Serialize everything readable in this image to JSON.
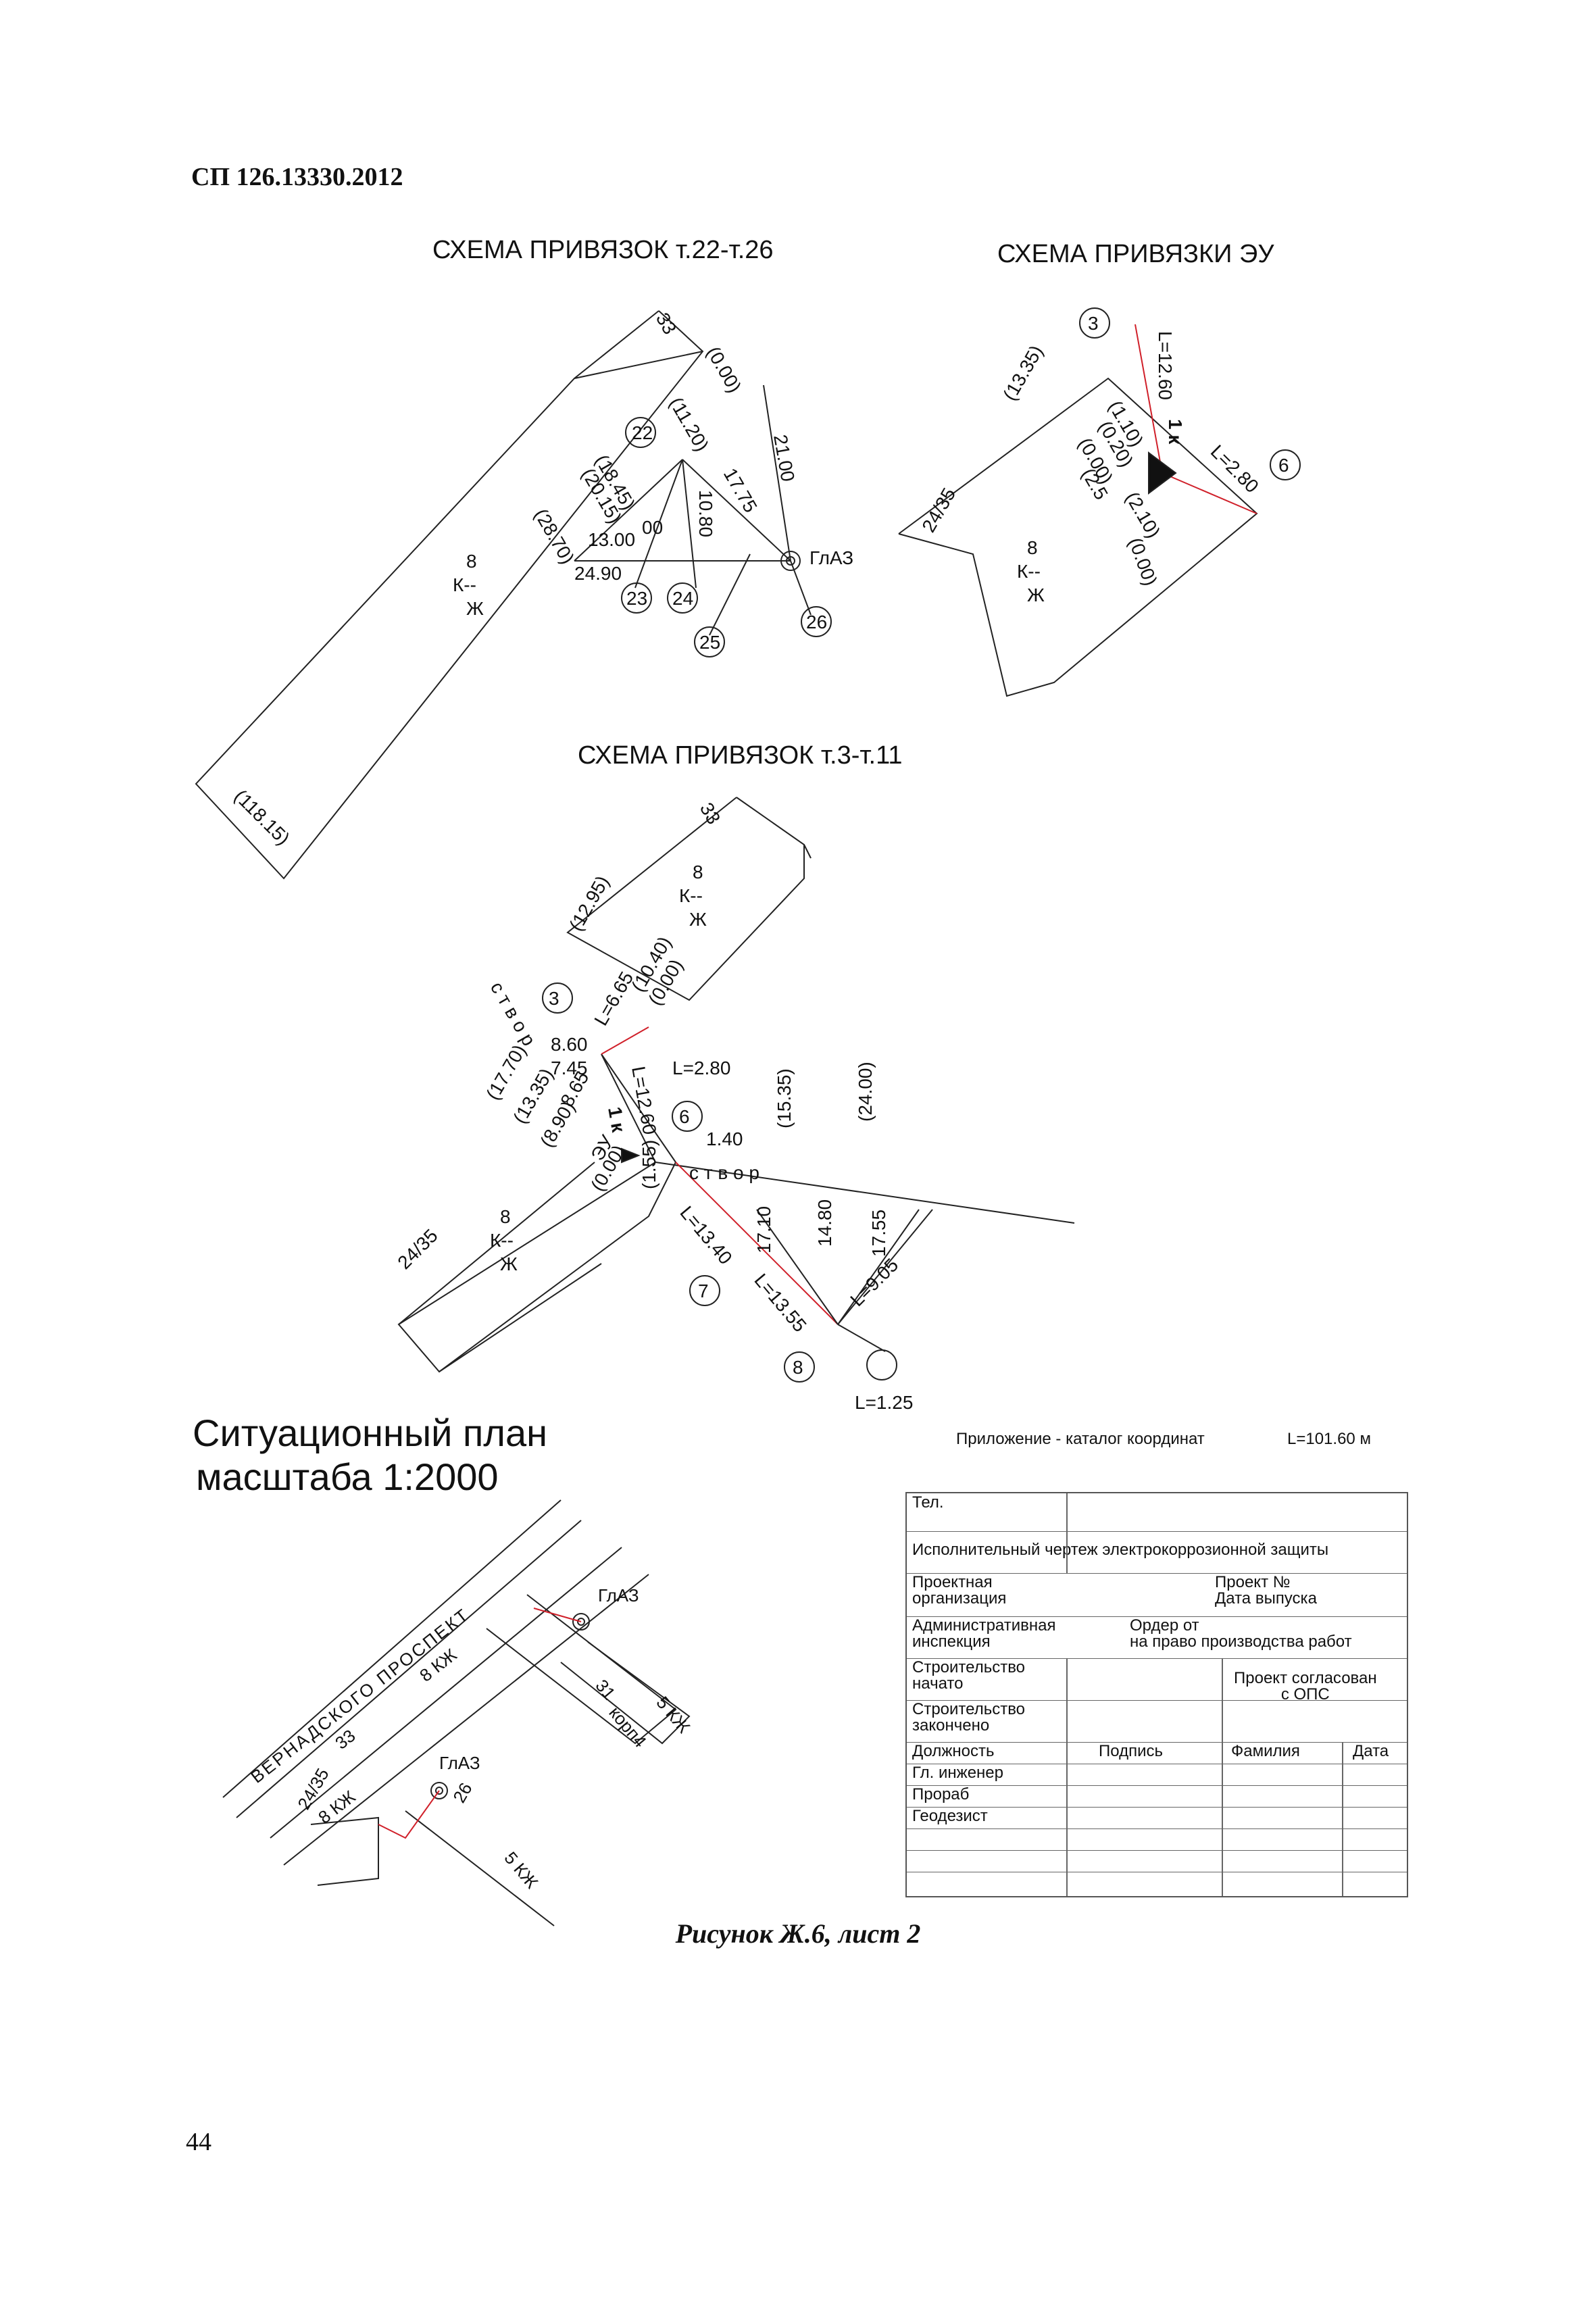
{
  "header": {
    "doc_code": "СП 126.13330.2012"
  },
  "schemes": {
    "s1": {
      "title": "СХЕМА   ПРИВЯЗОК т.22-т.26",
      "labels": [
        "33",
        "(0.00)",
        "(11.20)",
        "21.00",
        "22",
        "(18.45)",
        "(20.15)",
        "17.75",
        "10.80",
        "00",
        "(28.70)",
        "13.00",
        "24.90",
        "8",
        "К--",
        "Ж",
        "23",
        "24",
        "25",
        "26",
        "ГлАЗ",
        "(118.15)"
      ]
    },
    "s2": {
      "title": "СХЕМА   ПРИВЯЗКИ ЭУ",
      "labels": [
        "3",
        "L=12.60",
        "1 к",
        "(13.35)",
        "(1.10)",
        "(0.20)",
        "(0.00)",
        "(2.5",
        "L=2.80",
        "6",
        "24/35",
        "8",
        "К--",
        "Ж",
        "(2.10)",
        "(0.00)"
      ]
    },
    "s3": {
      "title": "СХЕМА   ПРИВЯЗОК т.3-т.11",
      "labels": [
        "33",
        "8",
        "К--",
        "Ж",
        "(12.95)",
        "(10.40)",
        "(0.00)",
        "L=6.65",
        "3",
        "с т в о р",
        "(17.70)",
        "8.60",
        "7.45",
        "(13.35)",
        "8.65",
        "L=12.60",
        "L=2.80",
        "1 к",
        "(8.90)",
        "ЭУ",
        "(0.00)",
        "6",
        "1.40",
        "(15.35)",
        "(24.00)",
        "с т в о р",
        "(1.55)",
        "24/35",
        "8",
        "К--",
        "Ж",
        "L=13.40",
        "17.10",
        "14.80",
        "17.55",
        "L=13.55",
        "L=9.05",
        "7",
        "8",
        "L=1.25"
      ]
    }
  },
  "situational": {
    "title_line1": "Ситуационный план",
    "title_line2": "масштаба 1:2000",
    "labels": [
      "ВЕРНАДСКОГО      ПРОСПЕКТ",
      "ГлАЗ",
      "8 КЖ",
      "31",
      "корп4",
      "5 КЖ",
      "33",
      "24/35",
      "8 КЖ",
      "ГлАЗ",
      "26",
      "5 КЖ"
    ]
  },
  "appendix": {
    "text": "Приложение - каталог координат",
    "length": "L=101.60 м"
  },
  "title_block": {
    "tel": "Тел.",
    "drawing": "Исполнительный чертеж электрокоррозионной защиты",
    "design_org": "Проектная\nорганизация",
    "project_no": "Проект №",
    "release_date": "Дата выпуска",
    "admin": "Административная\nинспекция",
    "order": "Ордер от\nна право производства работ",
    "started": "Строительство\nначато",
    "agreed": "Проект согласован\nс ОПС",
    "finished": "Строительство\nзакончено",
    "col_position": "Должность",
    "col_signature": "Подпись",
    "col_surname": "Фамилия",
    "col_date": "Дата",
    "chief_engineer": "Гл. инженер",
    "foreman": "Прораб",
    "surveyor": "Геодезист"
  },
  "caption": "Рисунок Ж.6, лист 2",
  "page_number": "44",
  "colors": {
    "red_line": "#d0202a",
    "ink": "#222222"
  }
}
